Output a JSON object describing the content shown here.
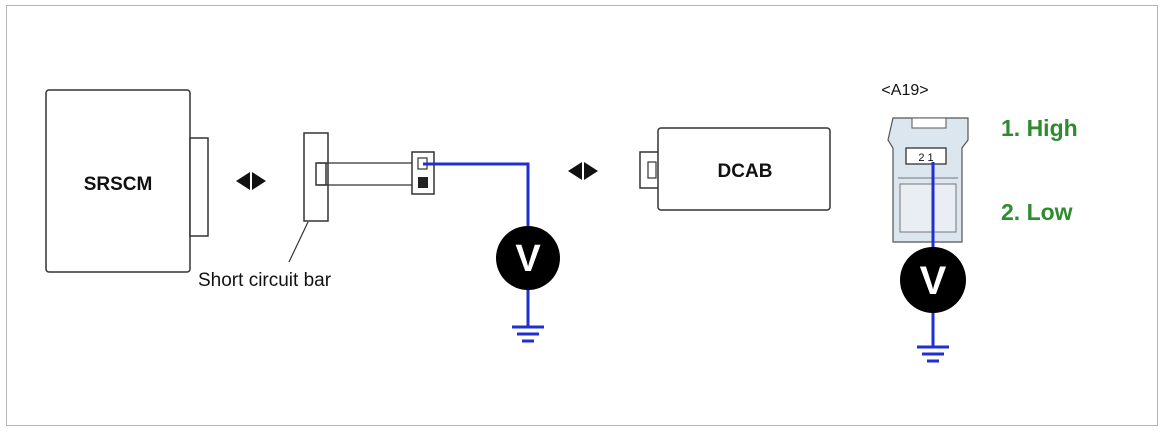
{
  "diagram": {
    "srscm_label": "SRSCM",
    "dcab_label": "DCAB",
    "short_bar_label": "Short circuit bar",
    "connector_label": "<A19>",
    "connector_pin_text": "2 1",
    "voltmeter_symbol": "V",
    "pin_labels": [
      "1. High",
      "2. Low"
    ],
    "arrow_icon": "double-arrow-icon",
    "ground_icon": "ground-icon",
    "colors": {
      "wire": "#1f2fd0",
      "pin_label": "#2e8b2e",
      "box_fill": "#ffffff",
      "connector_fill": "#dce6ef",
      "meter_fill": "#000000"
    }
  }
}
